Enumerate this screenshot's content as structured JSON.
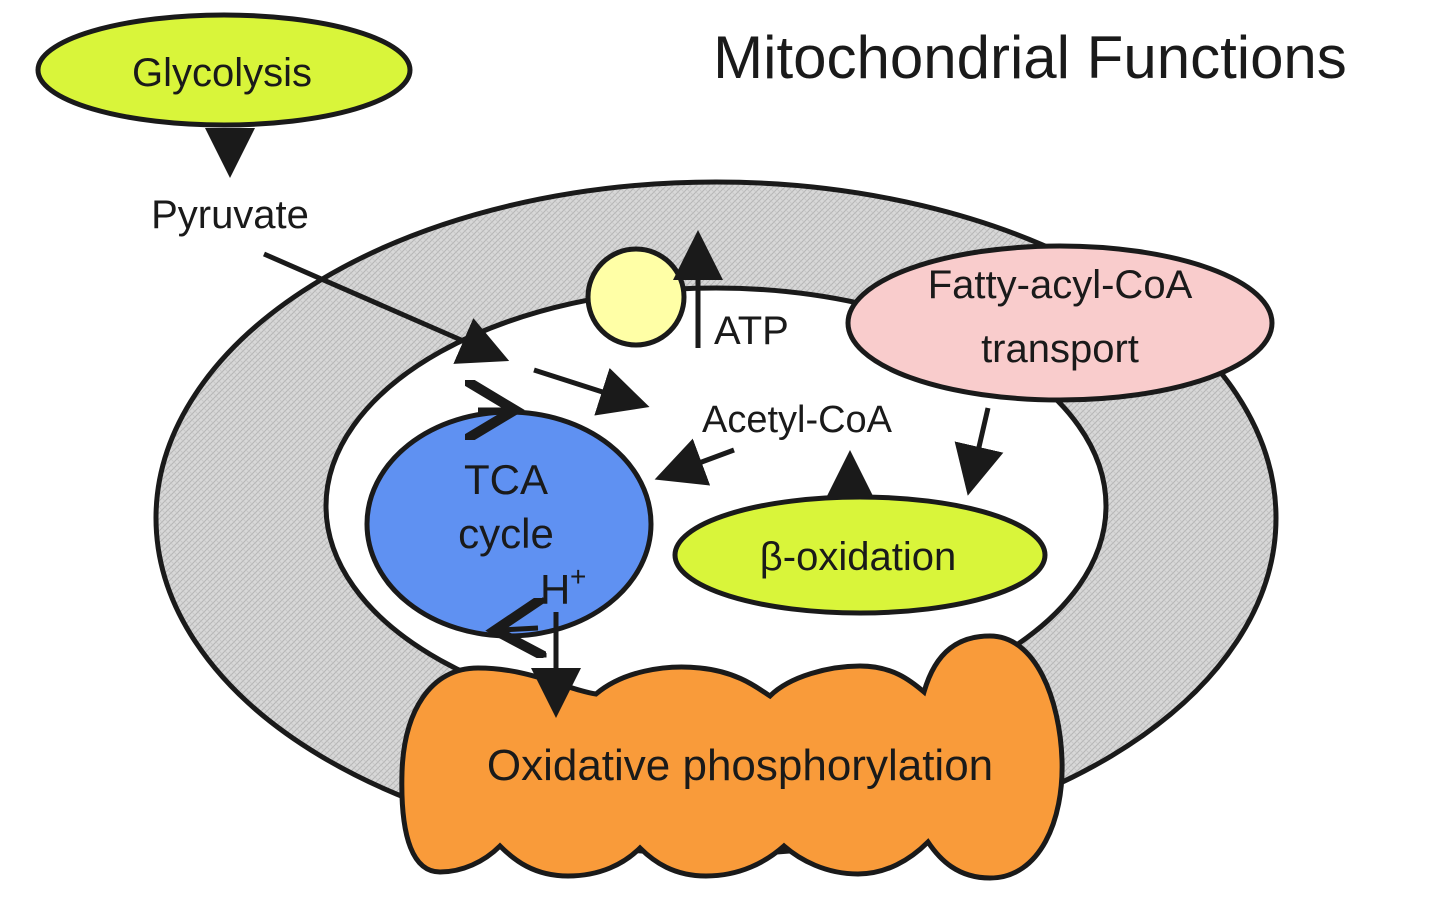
{
  "title": "Mitochondrial Functions",
  "labels": {
    "glycolysis": "Glycolysis",
    "pyruvate": "Pyruvate",
    "atp": "ATP",
    "fatty_acyl_line1": "Fatty-acyl-CoA",
    "fatty_acyl_line2": "transport",
    "acetyl_coa": "Acetyl-CoA",
    "tca_line1": "TCA",
    "tca_line2": "cycle",
    "h_plus_base": "H",
    "h_plus_sup": "+",
    "beta_oxidation": "β-oxidation",
    "oxidative_phosphorylation": "Oxidative phosphorylation"
  },
  "colors": {
    "glycolysis_fill": "#d9f53a",
    "beta_oxidation_fill": "#d9f53a",
    "fatty_acyl_fill": "#f9cccc",
    "atp_synthase_fill": "#ffffa6",
    "tca_fill": "#5f91f2",
    "oxphos_fill": "#f99b3a",
    "outer_membrane_fill": "#d4d4d4",
    "matrix_fill": "#ffffff",
    "stroke": "#1a1a1a"
  }
}
